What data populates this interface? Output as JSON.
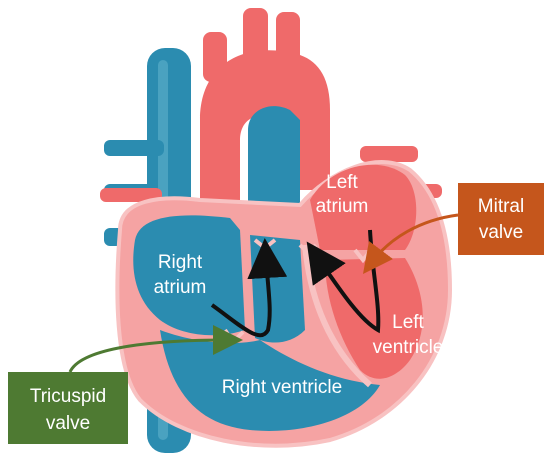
{
  "labels": {
    "left_atrium_1": "Left",
    "left_atrium_2": "atrium",
    "right_atrium_1": "Right",
    "right_atrium_2": "atrium",
    "left_ventricle_1": "Left",
    "left_ventricle_2": "ventricle",
    "right_ventricle": "Right ventricle"
  },
  "callouts": {
    "mitral_1": "Mitral",
    "mitral_2": "valve",
    "tricuspid_1": "Tricuspid",
    "tricuspid_2": "valve"
  },
  "colors": {
    "blue": "#2b8cb0",
    "blue_light": "#5fb0cc",
    "red": "#ef6a6a",
    "pink_wall": "#f5a3a3",
    "pink_edge": "#f8c2c2",
    "mitral_box": "#c5561c",
    "tricuspid_box": "#4e7a32",
    "arrow": "#111111"
  }
}
